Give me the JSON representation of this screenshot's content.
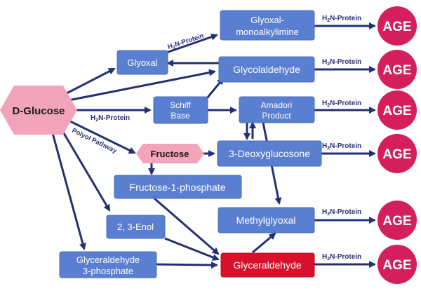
{
  "colors": {
    "arrow": "#233072",
    "box": "#5b7fd0",
    "box_stroke": "#4a6cbc",
    "hexagon": "#f2a4bb",
    "age_circle": "#d41f5c",
    "glyceraldehyde": "#d8102b",
    "label_text": "#2a2f7a"
  },
  "nodes": {
    "d_glucose": "D-Glucose",
    "glyoxal": "Glyoxal",
    "glyoxal_mono_line1": "Glyoxal-",
    "glyoxal_mono_line2": "monoalkylimine",
    "glycolaldehyde": "Glycolaldehyde",
    "schiff_line1": "Schiff",
    "schiff_line2": "Base",
    "amadori_line1": "Amadori",
    "amadori_line2": "Product",
    "fructose": "Fructose",
    "deoxyglucosone": "3-Deoxyglucosone",
    "fructose_1_phosphate": "Fructose-1-phosphate",
    "enol": "2, 3-Enol",
    "methylglyoxal": "Methylglyoxal",
    "g3p_line1": "Glyceraldehyde",
    "g3p_line2": "3-phosphate",
    "glyceraldehyde": "Glyceraldehyde"
  },
  "age_label": "AGE",
  "edge_labels": {
    "h2n_protein": [
      "H",
      "2",
      "N-Protein"
    ],
    "polyol_pathway": "Polyol Pathway"
  }
}
